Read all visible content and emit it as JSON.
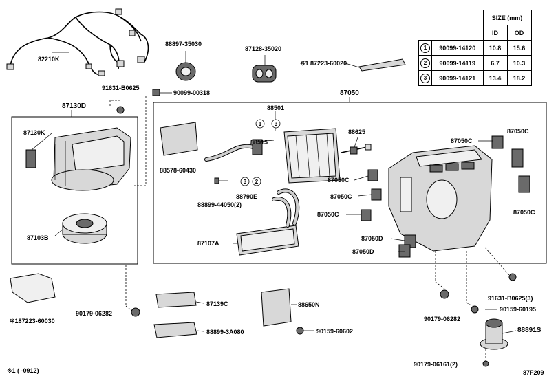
{
  "size_table": {
    "title": "SIZE (mm)",
    "col_id": "ID",
    "col_od": "OD",
    "rows": [
      {
        "no": "1",
        "part": "90099-14120",
        "id": "10.8",
        "od": "15.6"
      },
      {
        "no": "2",
        "part": "90099-14119",
        "id": "6.7",
        "od": "10.3"
      },
      {
        "no": "3",
        "part": "90099-14121",
        "id": "13.4",
        "od": "18.2"
      }
    ]
  },
  "labels": {
    "p82210k": "82210K",
    "p88897": "88897-35030",
    "p87128": "87128-35020",
    "p87223a": "※1 87223-60020",
    "p91631a": "91631-B0625",
    "p90099": "90099-00318",
    "p87130d": "87130D",
    "p87050": "87050",
    "p87130k": "87130K",
    "p88501": "88501",
    "p88515": "88515",
    "p88625": "88625",
    "p87050c_1": "87050C",
    "p87050c_2": "87050C",
    "p87050c_3": "87050C",
    "p87050c_4": "87050C",
    "p87050c_5": "87050C",
    "p87050c_6": "87050C",
    "p88578": "88578-60430",
    "p88790e": "88790E",
    "p88899a": "88899-44050(2)",
    "p87103b": "87103B",
    "p87107a": "87107A",
    "p87050d_1": "87050D",
    "p87050d_2": "87050D",
    "p87139c": "87139C",
    "p88650n": "88650N",
    "p88891s": "88891S",
    "p87223b": "※187223-60030",
    "p90179a": "90179-06282",
    "p88899b": "88899-3A080",
    "p90159a": "90159-60602",
    "p90179b": "90179-06282",
    "p91631b": "91631-B0625(3)",
    "p90159b": "90159-60195",
    "p90179c": "90179-06161(2)",
    "footnote": "※1 (    -0912)",
    "code": "87F209"
  },
  "callouts": {
    "c1": "1",
    "c2": "2",
    "c3": "3"
  }
}
